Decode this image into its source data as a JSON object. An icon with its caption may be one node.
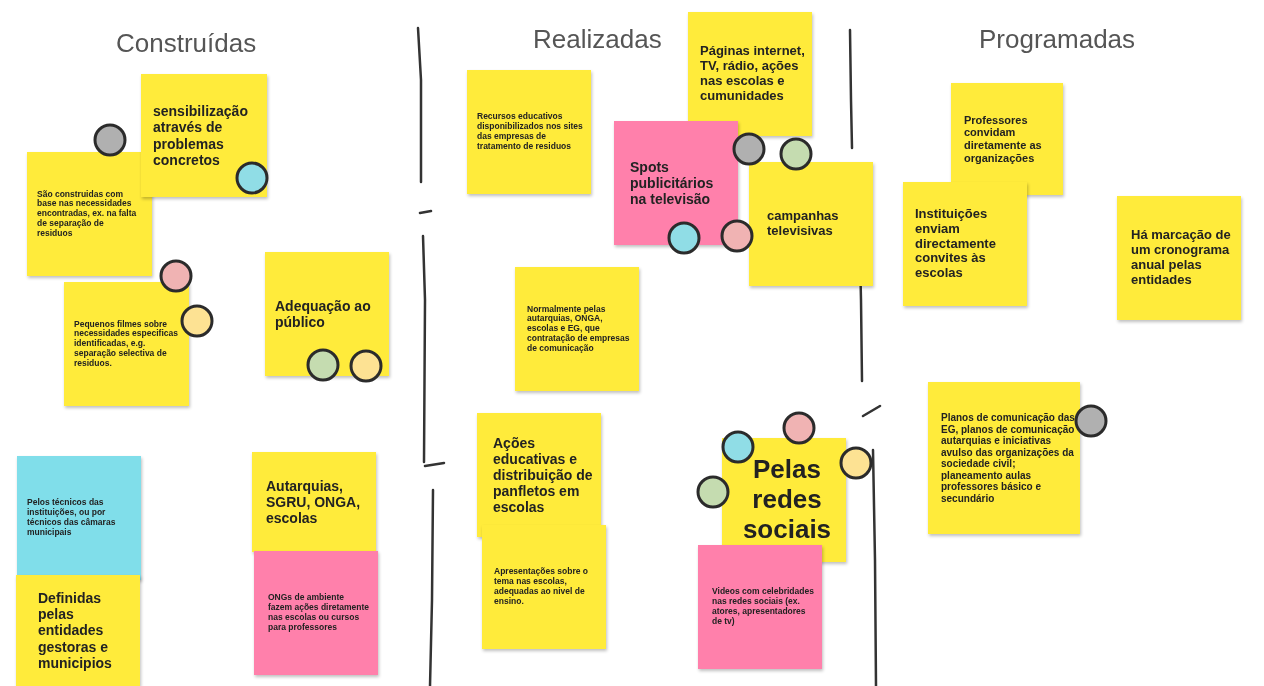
{
  "diagram": {
    "nodes": [
      {
        "text": [
          "sensibilização através de problemas concretos"
        ]
      },
      {
        "text": [
          "São construidas com base nas necessidades encontradas, ex. na falta de separação de residuos"
        ]
      },
      {
        "text": [
          "Pequenos filmes sobre necessidades especificas identificadas, e.g. separação selectiva de residuos."
        ]
      },
      {
        "text": [
          "Adequação ao público"
        ]
      },
      {
        "text": [
          "Pelos técnicos das instituições, ou por técnicos das câmaras municipais"
        ]
      },
      {
        "text": [
          "Definidas pelas entidades gestoras e municipios"
        ]
      },
      {
        "text": [
          "Autarquias, SGRU, ONGA, escolas"
        ]
      },
      {
        "text": [
          "ONGs de ambiente fazem ações diretamente nas escolas ou cursos para professores"
        ]
      },
      {
        "text": [
          "Recursos educativos disponibilizados nos sites das empresas de tratamento de residuos"
        ]
      },
      {
        "text": [
          "Páginas internet, TV, rádio, ações nas escolas e cumunidades"
        ]
      },
      {
        "text": [
          "Spots publicitários na televisão"
        ]
      },
      {
        "text": [
          "campanhas televisivas"
        ]
      },
      {
        "text": [
          "Normalmente pelas autarquias, ONGA, escolas e EG, que contratação de empresas de comunicação"
        ]
      },
      {
        "text": [
          "Ações educativas e distribuição de panfletos em escolas"
        ]
      },
      {
        "text": [
          "Apresentações sobre o tema nas escolas, adequadas ao nivel de ensino."
        ]
      },
      {
        "text": [
          "Pelas redes sociais"
        ]
      },
      {
        "text": [
          "Videos com celebridades nas redes sociais (ex. atores, apresentadores de tv)"
        ]
      },
      {
        "text": [
          "Professores convidam diretamente as organizações"
        ]
      },
      {
        "text": [
          "Instituições enviam directamente convites às escolas"
        ]
      },
      {
        "text": [
          "Há marcação de um cronograma anual pelas entidades"
        ]
      },
      {
        "text": [
          "Planos de comunicação das EG, planos de comunicação autarquias e iniciativas avulso das organizações da sociedade civil; planeamento aulas professores básico e secundário"
        ]
      }
    ],
    "labels": [
      "Construídas",
      "Realizadas",
      "Programadas"
    ]
  }
}
